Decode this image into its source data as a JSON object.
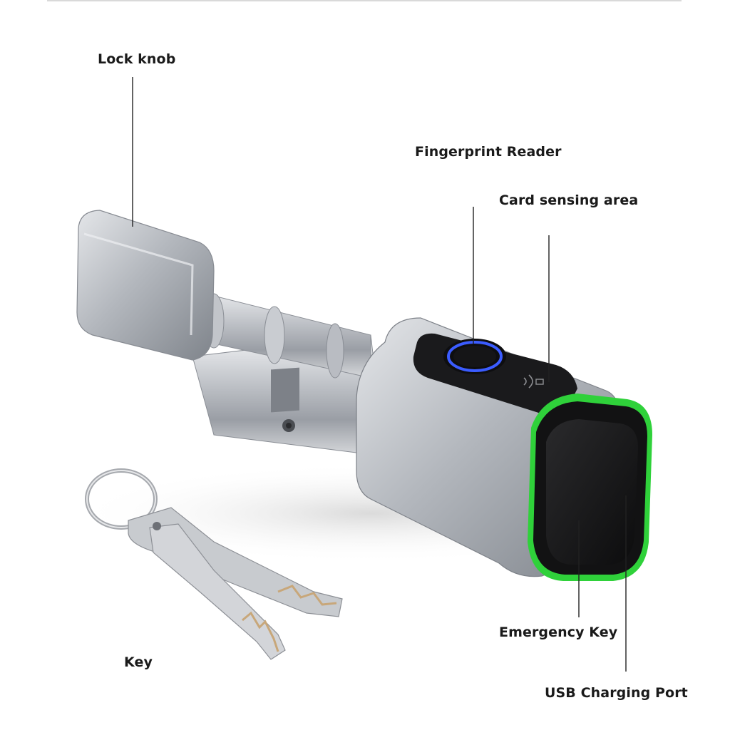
{
  "labels": {
    "lock_knob": "Lock knob",
    "fingerprint_reader": "Fingerprint Reader",
    "card_sensing_area": "Card sensing area",
    "emergency_key": "Emergency Key",
    "usb_charging_port": "USB Charging Port",
    "key": "Key"
  },
  "colors": {
    "text": "#1a1a1a",
    "leader_line": "#222222",
    "led_ring": "#2fd13a",
    "fingerprint_ring": "#3b5cff",
    "metal": "#b9bcc2",
    "face_black": "#151515"
  }
}
